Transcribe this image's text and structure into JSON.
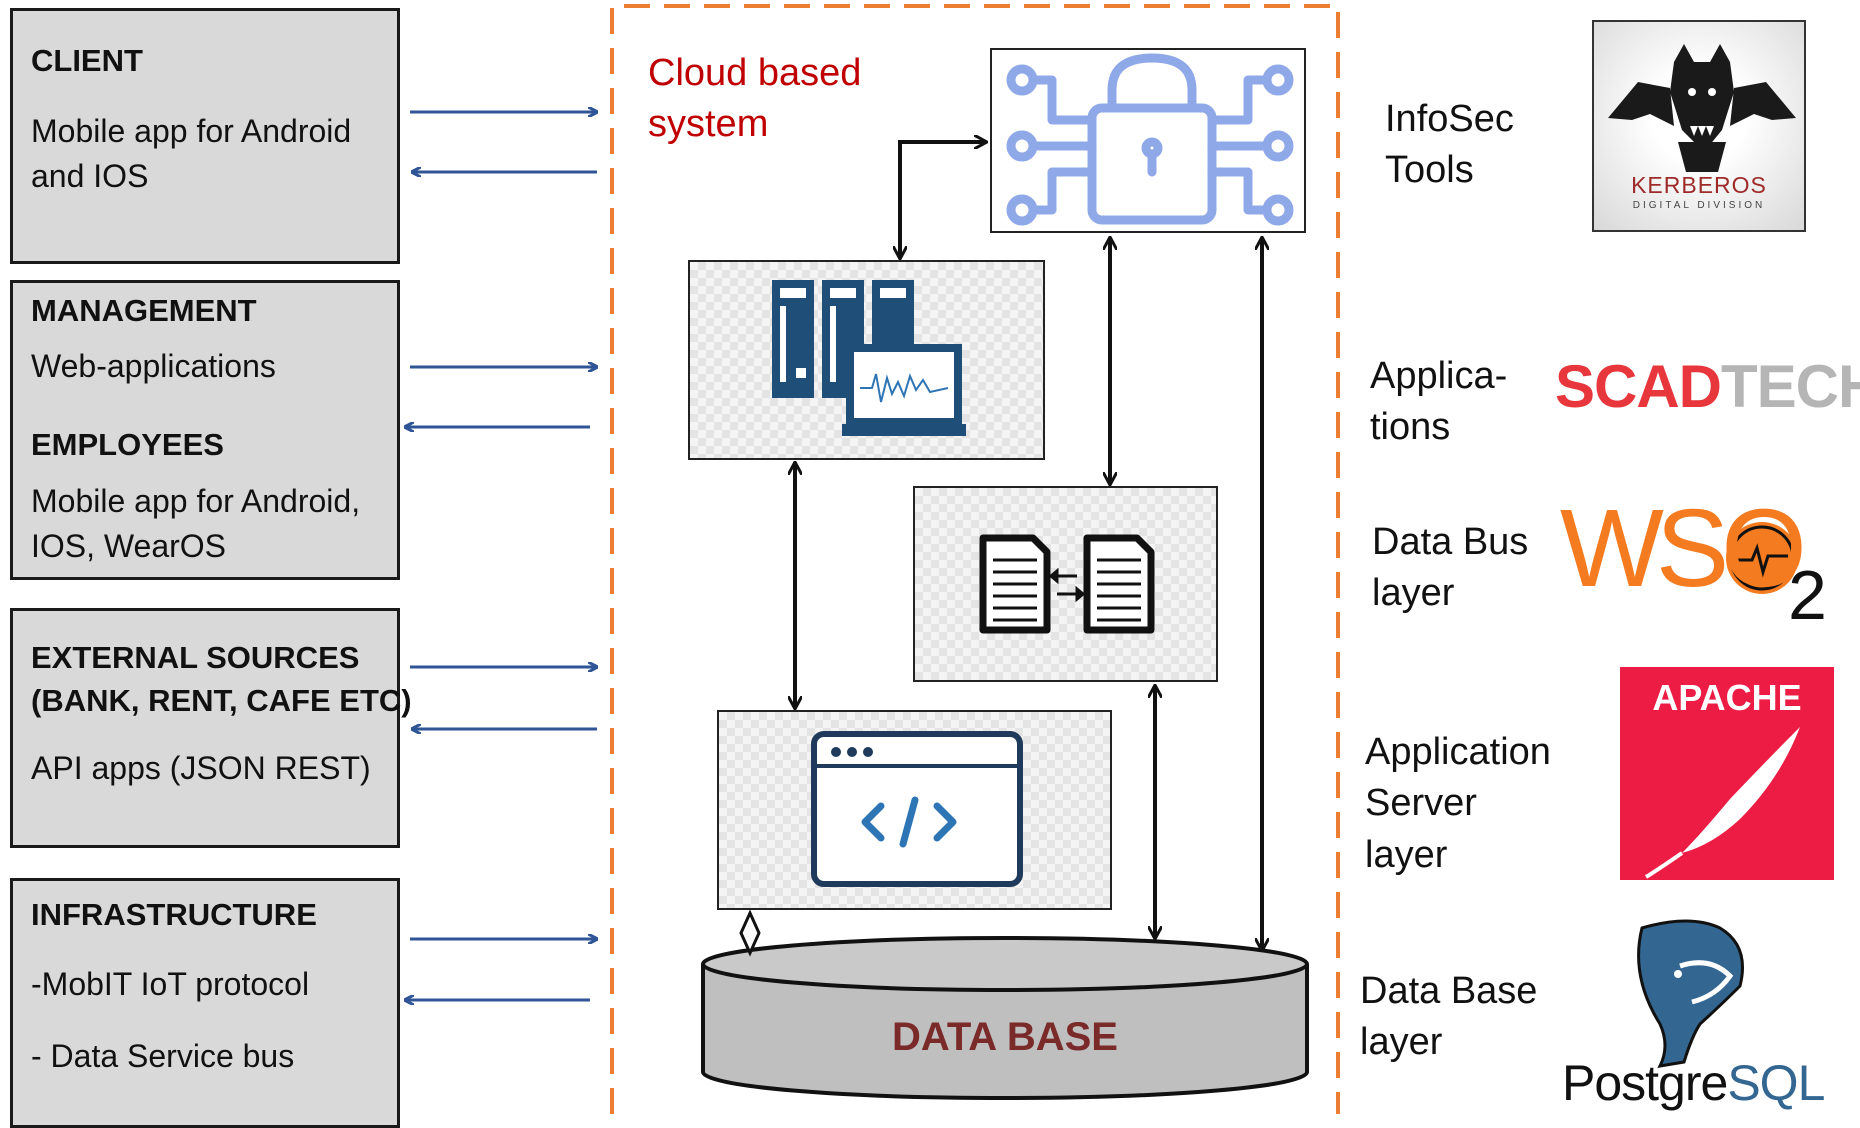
{
  "sources": [
    {
      "title": "CLIENT",
      "line1": "Mobile app for Android",
      "line2": "and IOS"
    },
    {
      "title1": "MANAGEMENT",
      "line1": "Web-applications",
      "title2": "EMPLOYEES",
      "line2": "Mobile app for Android,",
      "line3": "IOS, WearOS"
    },
    {
      "title1": "EXTERNAL SOURCES",
      "title2": "(BANK, RENT, CAFE ETC)",
      "line1": "API apps (JSON REST)"
    },
    {
      "title": "INFRASTRUCTURE",
      "line1": "-MobIT IoT protocol",
      "line2": "- Data Service bus"
    }
  ],
  "cloud": {
    "title_line1": "Cloud based",
    "title_line2": "system"
  },
  "database": {
    "label": "DATA BASE"
  },
  "layers": [
    {
      "line1": "InfoSec",
      "line2": "Tools"
    },
    {
      "line1": "Applica-",
      "line2": "tions"
    },
    {
      "line1": "Data Bus",
      "line2": "layer"
    },
    {
      "line1": "Application",
      "line2": "Server",
      "line3": "layer"
    },
    {
      "line1": "Data Base",
      "line2": "layer"
    }
  ],
  "logos": {
    "kerberos": {
      "name": "KERBEROS",
      "sub": "DIGITAL DIVISION"
    },
    "scadtech": {
      "part1": "SCAD",
      "part2": "TECH"
    },
    "wso2": {
      "text": "WSO",
      "sub": "2"
    },
    "apache": {
      "text": "APACHE"
    },
    "postgres": {
      "part1": "Postgre",
      "part2": "SQL"
    }
  },
  "colors": {
    "arrow_blue": "#2f5597",
    "cloud_border": "#ed7d31",
    "cloud_title": "#c00000",
    "box_gray": "#d9d9d9",
    "db_text": "#7b2a2a",
    "lock_icon": "#8fa8e8",
    "server_icon": "#1f4e79",
    "code_icon": "#2e75b6",
    "scad_red": "#e8363d",
    "wso2_orange": "#f47b20",
    "apache_red": "#ec1c45",
    "postgres_blue": "#336791"
  }
}
